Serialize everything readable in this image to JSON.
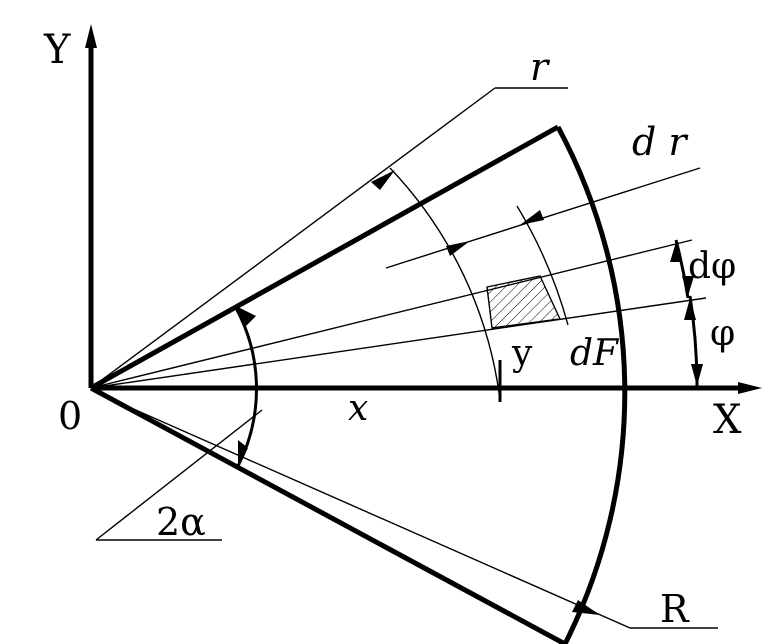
{
  "labels": {
    "y_axis": "Y",
    "x_axis": "X",
    "origin": "0",
    "r": "r",
    "dr": "d r",
    "dphi": "dφ",
    "phi": "φ",
    "y": "y",
    "dF": "dF",
    "x": "x",
    "two_alpha": "2α",
    "R": "R"
  }
}
